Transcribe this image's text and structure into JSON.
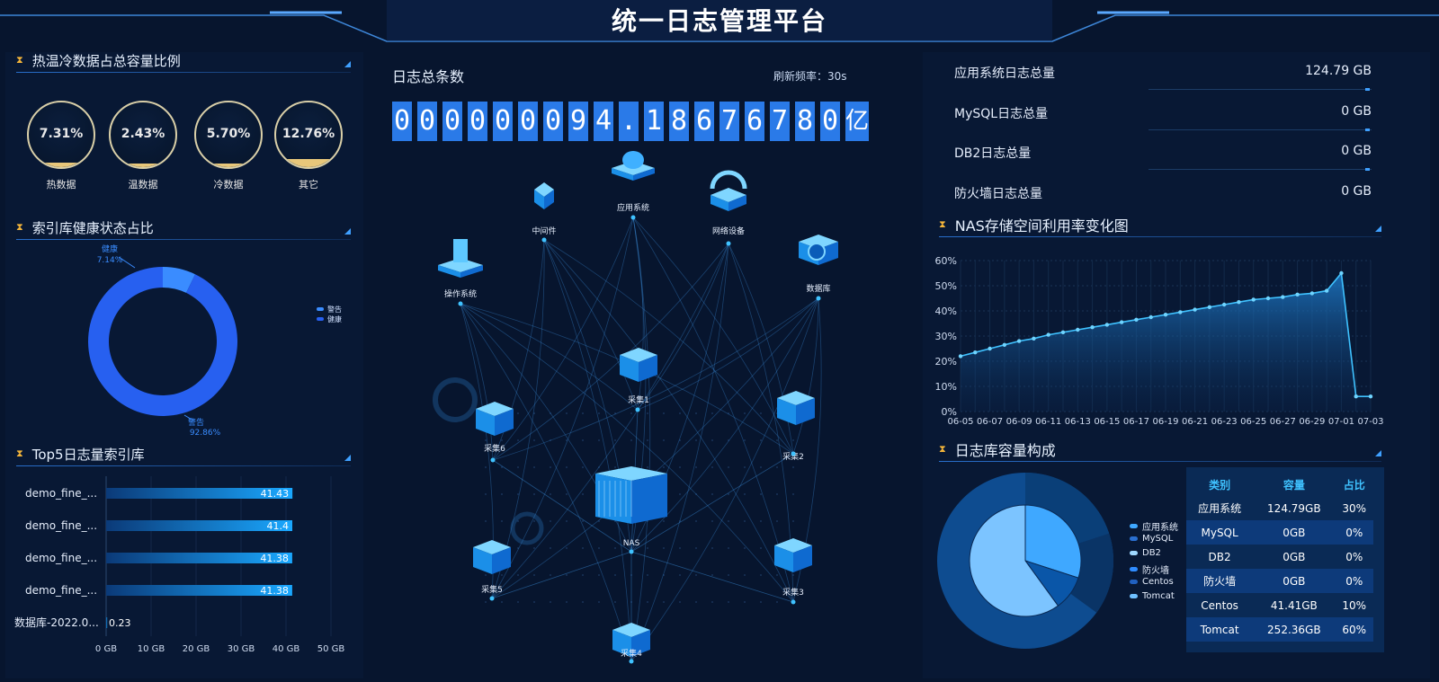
{
  "header": {
    "title": "统一日志管理平台"
  },
  "sections": {
    "hot_cold": "热温冷数据占总容量比例",
    "index_health": "索引库健康状态占比",
    "top5": "Top5日志量索引库",
    "log_total": "日志总条数",
    "refresh": "刷新频率：30s",
    "nas_trend": "NAS存储空间利用率变化图",
    "capacity": "日志库容量构成"
  },
  "rings": [
    {
      "label": "热数据",
      "value_text": "7.31%",
      "fraction": 0.0731
    },
    {
      "label": "温数据",
      "value_text": "2.43%",
      "fraction": 0.0243
    },
    {
      "label": "冷数据",
      "value_text": "5.70%",
      "fraction": 0.057
    },
    {
      "label": "其它",
      "value_text": "12.76%",
      "fraction": 0.1276
    }
  ],
  "log_counter": {
    "digits": [
      "0",
      "0",
      "0",
      "0",
      "0",
      "0",
      "0",
      "9",
      "4",
      ".",
      "1",
      "8",
      "6",
      "7",
      "6",
      "7",
      "8",
      "0",
      "亿"
    ]
  },
  "stats": [
    {
      "label": "应用系统日志总量",
      "value": "124.79 GB"
    },
    {
      "label": "MySQL日志总量",
      "value": "0 GB"
    },
    {
      "label": "DB2日志总量",
      "value": "0 GB"
    },
    {
      "label": "防火墙日志总量",
      "value": "0 GB"
    }
  ],
  "topology": {
    "nodes": {
      "middleware": "中间件",
      "app": "应用系统",
      "network": "网络设备",
      "os": "操作系统",
      "database": "数据库",
      "c1": "采集1",
      "c2": "采集2",
      "c3": "采集3",
      "c4": "采集4",
      "c5": "采集5",
      "c6": "采集6",
      "nas": "NAS"
    }
  },
  "colors": {
    "accent": "#2a7ae8",
    "gold": "#e8c77a",
    "cyan": "#3fc2ff",
    "bg": "#07152e"
  },
  "chart_data": [
    {
      "type": "pie",
      "variant": "donut",
      "slices": [
        {
          "name": "健康",
          "value": 7.14,
          "label": "7.14%"
        },
        {
          "name": "警告",
          "value": 92.86,
          "label": "92.86%"
        }
      ],
      "legend": [
        "警告",
        "健康"
      ],
      "legend_position": "right",
      "colors": [
        "#3a8cff",
        "#2760f0"
      ]
    },
    {
      "type": "bar",
      "orientation": "horizontal",
      "categories": [
        "demo_fine_...",
        "demo_fine_...",
        "demo_fine_...",
        "demo_fine_...",
        "数据库-2022.0..."
      ],
      "values": [
        41.43,
        41.4,
        41.38,
        41.38,
        0.23
      ],
      "value_labels": [
        "41.43",
        "41.4",
        "41.38",
        "41.38",
        "0.23"
      ],
      "xlim": [
        0,
        50
      ],
      "xticks": [
        "0 GB",
        "10 GB",
        "20 GB",
        "30 GB",
        "40 GB",
        "50 GB"
      ]
    },
    {
      "type": "area",
      "x": [
        "06-05",
        "06-06",
        "06-07",
        "06-08",
        "06-09",
        "06-10",
        "06-11",
        "06-12",
        "06-13",
        "06-14",
        "06-15",
        "06-16",
        "06-17",
        "06-18",
        "06-19",
        "06-20",
        "06-21",
        "06-22",
        "06-23",
        "06-24",
        "06-25",
        "06-26",
        "06-27",
        "06-28",
        "06-29",
        "06-30",
        "07-01",
        "07-02",
        "07-03"
      ],
      "xticks": [
        "06-05",
        "06-07",
        "06-09",
        "06-11",
        "06-13",
        "06-15",
        "06-17",
        "06-19",
        "06-21",
        "06-23",
        "06-25",
        "06-27",
        "06-29",
        "07-01",
        "07-03"
      ],
      "values": [
        22,
        23.5,
        25,
        26.5,
        28,
        29,
        30.5,
        31.5,
        32.5,
        33.5,
        34.5,
        35.5,
        36.5,
        37.5,
        38.5,
        39.5,
        40.5,
        41.5,
        42.5,
        43.5,
        44.5,
        45,
        45.5,
        46.5,
        47,
        48,
        55,
        6,
        6
      ],
      "yticks": [
        "0%",
        "10%",
        "20%",
        "30%",
        "40%",
        "50%",
        "60%"
      ],
      "ylim": [
        0,
        60
      ],
      "grid": true
    },
    {
      "type": "pie",
      "variant": "nested",
      "inner_slices": [
        {
          "name": "应用系统",
          "value": 30
        },
        {
          "name": "Centos",
          "value": 10
        },
        {
          "name": "Tomcat",
          "value": 60
        }
      ],
      "legend": [
        "应用系统",
        "MySQL",
        "DB2",
        "防火墙",
        "Centos",
        "Tomcat"
      ],
      "legend_colors": [
        "#3fa8ff",
        "#2a6fd0",
        "#9fd8ff",
        "#2f8cff",
        "#2060c0",
        "#6fc0ff"
      ],
      "table": {
        "headers": [
          "类别",
          "容量",
          "占比"
        ],
        "rows": [
          [
            "应用系统",
            "124.79GB",
            "30%"
          ],
          [
            "MySQL",
            "0GB",
            "0%"
          ],
          [
            "DB2",
            "0GB",
            "0%"
          ],
          [
            "防火墙",
            "0GB",
            "0%"
          ],
          [
            "Centos",
            "41.41GB",
            "10%"
          ],
          [
            "Tomcat",
            "252.36GB",
            "60%"
          ]
        ]
      }
    }
  ]
}
